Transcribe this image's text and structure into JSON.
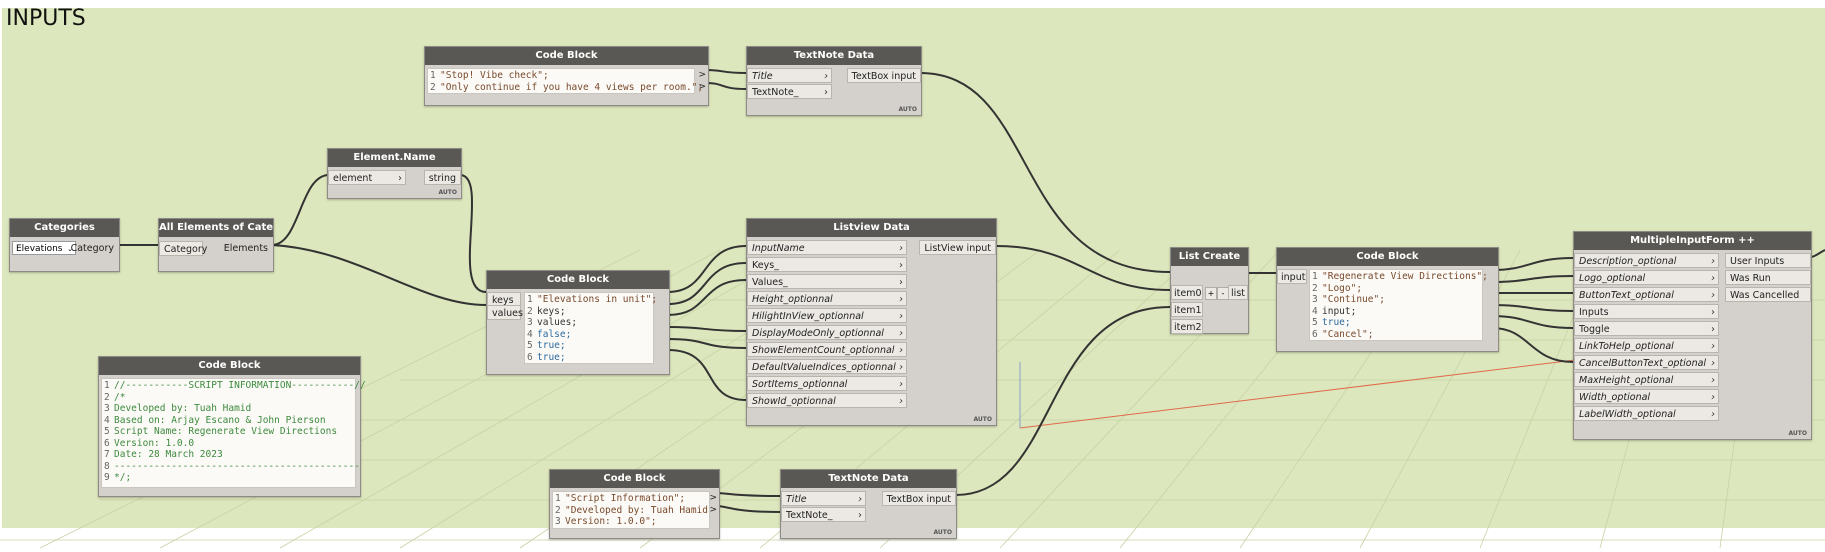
{
  "group": {
    "title": "INPUTS"
  },
  "nodes": {
    "categories": {
      "title": "Categories",
      "dropdown_value": "Elevations",
      "output": "Category"
    },
    "all_elements": {
      "title": "All Elements of Category",
      "input": "Category",
      "output": "Elements"
    },
    "element_name": {
      "title": "Element.Name",
      "input": "element",
      "output": "string",
      "auto": "AUTO"
    },
    "code_block_top": {
      "title": "Code Block",
      "lines": [
        {
          "n": "1",
          "text": "\"Stop! Vibe check\";"
        },
        {
          "n": "2",
          "text": "\"Only continue if you have 4 views per room.\";"
        }
      ]
    },
    "textnote_top": {
      "title": "TextNote Data",
      "inputs": [
        "Title",
        "TextNote_"
      ],
      "output": "TextBox input",
      "auto": "AUTO"
    },
    "code_block_mid": {
      "title": "Code Block",
      "inputs": [
        "keys",
        "values"
      ],
      "lines": [
        {
          "n": "1",
          "text": "\"Elevations in unit\";"
        },
        {
          "n": "2",
          "text": "keys;"
        },
        {
          "n": "3",
          "text": "values;"
        },
        {
          "n": "4",
          "text": "false;"
        },
        {
          "n": "5",
          "text": "true;"
        },
        {
          "n": "6",
          "text": "true;"
        }
      ]
    },
    "listview": {
      "title": "Listview Data",
      "inputs": [
        "InputName",
        "Keys_",
        "Values_",
        "Height_optionnal",
        "HilightInView_optionnal",
        "DisplayModeOnly_optionnal",
        "ShowElementCount_optionnal",
        "DefaultValueIndices_optionnal",
        "SortItems_optionnal",
        "ShowId_optionnal"
      ],
      "output": "ListView input",
      "auto": "AUTO"
    },
    "script_info": {
      "title": "Code Block",
      "lines": [
        {
          "n": "1",
          "text": "//-----------SCRIPT INFORMATION-----------//"
        },
        {
          "n": "2",
          "text": "/*"
        },
        {
          "n": "3",
          "text": "Developed by: Tuah Hamid"
        },
        {
          "n": "4",
          "text": "Based on: Arjay Escano & John Pierson"
        },
        {
          "n": "5",
          "text": "Script Name: Regenerate View Directions"
        },
        {
          "n": "6",
          "text": "Version: 1.0.0"
        },
        {
          "n": "7",
          "text": "Date: 28 March 2023"
        },
        {
          "n": "8",
          "text": "-------------------------------------------"
        },
        {
          "n": "9",
          "text": "*/;"
        }
      ]
    },
    "code_block_bottom": {
      "title": "Code Block",
      "lines": [
        {
          "n": "1",
          "text": "\"Script Information\";"
        },
        {
          "n": "2",
          "text": "\"Developed by: Tuah Hamid"
        },
        {
          "n": "3",
          "text": "Version: 1.0.0\";"
        }
      ]
    },
    "textnote_bottom": {
      "title": "TextNote Data",
      "inputs": [
        "Title",
        "TextNote_"
      ],
      "output": "TextBox input",
      "auto": "AUTO"
    },
    "list_create": {
      "title": "List Create",
      "inputs": [
        "item0",
        "item1",
        "item2"
      ],
      "plus": "+",
      "minus": "-",
      "output": "list"
    },
    "code_block_right": {
      "title": "Code Block",
      "input": "input",
      "lines": [
        {
          "n": "1",
          "text": "\"Regenerate View Directions\";"
        },
        {
          "n": "2",
          "text": "\"Logo\";"
        },
        {
          "n": "3",
          "text": "\"Continue\";"
        },
        {
          "n": "4",
          "text": "input;"
        },
        {
          "n": "5",
          "text": "true;"
        },
        {
          "n": "6",
          "text": "\"Cancel\";"
        }
      ]
    },
    "multiple_input": {
      "title": "MultipleInputForm ++",
      "inputs": [
        "Description_optional",
        "Logo_optional",
        "ButtonText_optional",
        "Inputs",
        "Toggle",
        "LinkToHelp_optional",
        "CancelButtonText_optional",
        "MaxHeight_optional",
        "Width_optional",
        "LabelWidth_optional"
      ],
      "outputs": [
        "User Inputs",
        "Was Run",
        "Was Cancelled"
      ],
      "auto": "AUTO"
    }
  },
  "colors": {
    "workspace": "#dde7bd",
    "node_header": "#5a5854",
    "node_body": "#d4d1cc",
    "wire": "#333333",
    "string": "#7a4a2b",
    "keyword": "#2e6b9e",
    "comment": "#3d8a3d"
  }
}
